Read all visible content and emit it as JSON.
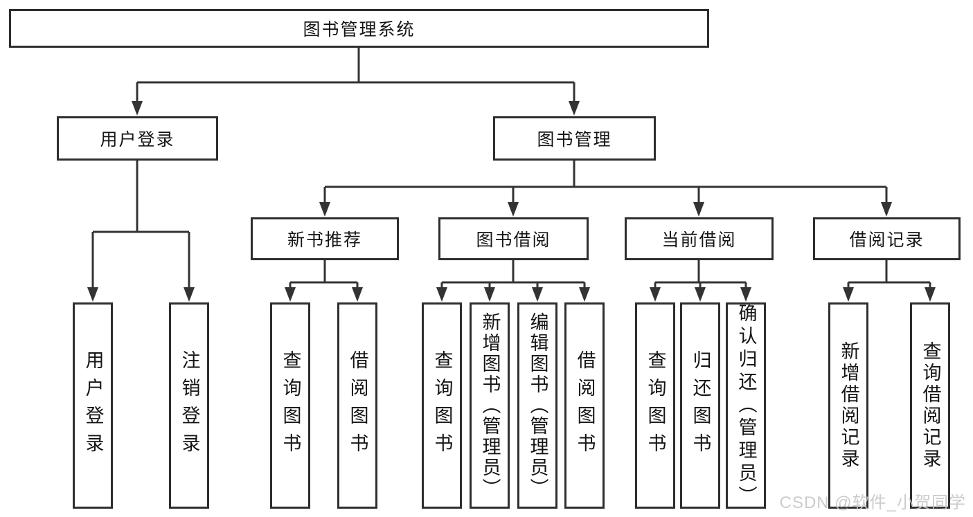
{
  "tree": {
    "root": {
      "label": "图书管理系统",
      "children": [
        {
          "label": "用户登录",
          "children": [
            {
              "label": "用户登录"
            },
            {
              "label": "注销登录"
            }
          ]
        },
        {
          "label": "图书管理",
          "children": [
            {
              "label": "新书推荐",
              "children": [
                {
                  "label": "查询图书"
                },
                {
                  "label": "借阅图书"
                }
              ]
            },
            {
              "label": "图书借阅",
              "children": [
                {
                  "label": "查询图书"
                },
                {
                  "label": "新增图书（管理员）"
                },
                {
                  "label": "编辑图书（管理员）"
                },
                {
                  "label": "借阅图书"
                }
              ]
            },
            {
              "label": "当前借阅",
              "children": [
                {
                  "label": "查询图书"
                },
                {
                  "label": "归还图书"
                },
                {
                  "label": "确认归还（管理员）"
                }
              ]
            },
            {
              "label": "借阅记录",
              "children": [
                {
                  "label": "新增借阅记录"
                },
                {
                  "label": "查询借阅记录"
                }
              ]
            }
          ]
        }
      ]
    }
  },
  "colors": {
    "box_border": "#2e2e2e",
    "connector_line": "#333333",
    "text": "#151515",
    "watermark": "#c6c6c6"
  },
  "watermark": "CSDN @软件_小贺同学"
}
